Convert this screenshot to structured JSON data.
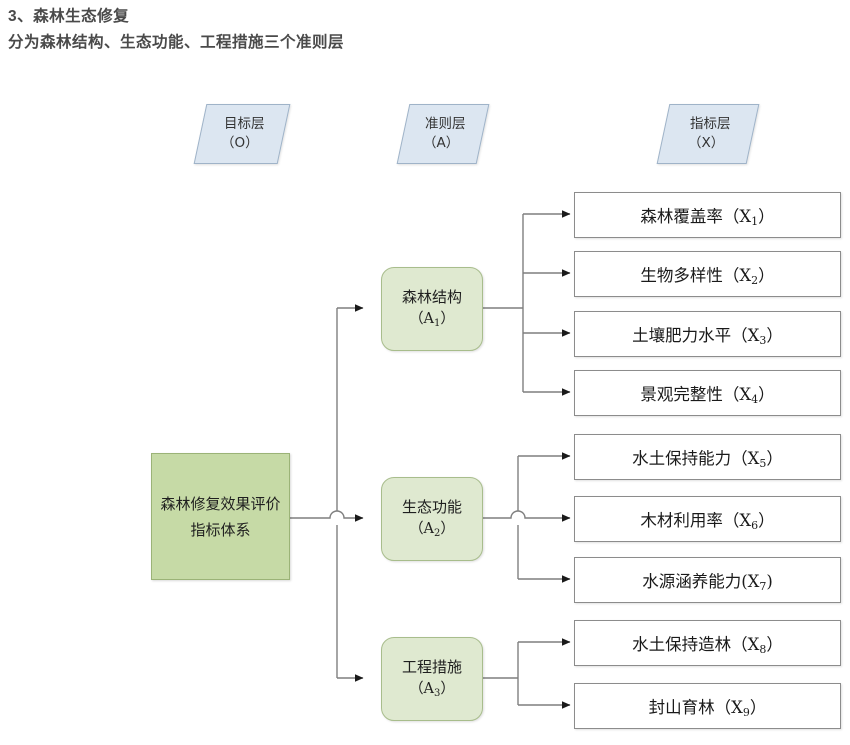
{
  "heading": {
    "line1": "3、森林生态修复",
    "line2": "分为森林结构、生态功能、工程措施三个准则层"
  },
  "layer_headers": [
    {
      "title": "目标层",
      "code": "（O）"
    },
    {
      "title": "准则层",
      "code": "（A）"
    },
    {
      "title": "指标层",
      "code": "（X）"
    }
  ],
  "root": {
    "label": "森林修复效果评价指标体系",
    "fill": "#c6daa6",
    "stroke": "#9bb377"
  },
  "criteria": [
    {
      "name": "森林结构",
      "code_prefix": "（A",
      "code_sub": "1",
      "code_suffix": "）"
    },
    {
      "name": "生态功能",
      "code_prefix": "（A",
      "code_sub": "2",
      "code_suffix": "）"
    },
    {
      "name": "工程措施",
      "code_prefix": "（A",
      "code_sub": "3",
      "code_suffix": "）"
    }
  ],
  "indicators": [
    {
      "name": "森林覆盖率",
      "open": "（X",
      "sub": "1",
      "close": "）"
    },
    {
      "name": "生物多样性",
      "open": "（X",
      "sub": "2",
      "close": "）"
    },
    {
      "name": "土壤肥力水平",
      "open": "（X",
      "sub": "3",
      "close": "）"
    },
    {
      "name": "景观完整性",
      "open": "（X",
      "sub": "4",
      "close": "）"
    },
    {
      "name": "水土保持能力",
      "open": "（X",
      "sub": "5",
      "close": "）"
    },
    {
      "name": "木材利用率",
      "open": "（X",
      "sub": "6",
      "close": "）"
    },
    {
      "name": "水源涵养能力",
      "open": "(X",
      "sub": "7",
      "close": ")"
    },
    {
      "name": "水土保持造林",
      "open": "（X",
      "sub": "8",
      "close": "）"
    },
    {
      "name": "封山育林",
      "open": "（X",
      "sub": "9",
      "close": "）"
    }
  ],
  "colors": {
    "heading_text": "#4a4a4a",
    "layer_fill": "#dce6f1",
    "layer_stroke": "#9fb3c8",
    "criterion_fill": "#dfe9d0",
    "criterion_stroke": "#a8bd8c",
    "indicator_stroke": "#8c8c8c",
    "connector": "#7f7f7f"
  }
}
